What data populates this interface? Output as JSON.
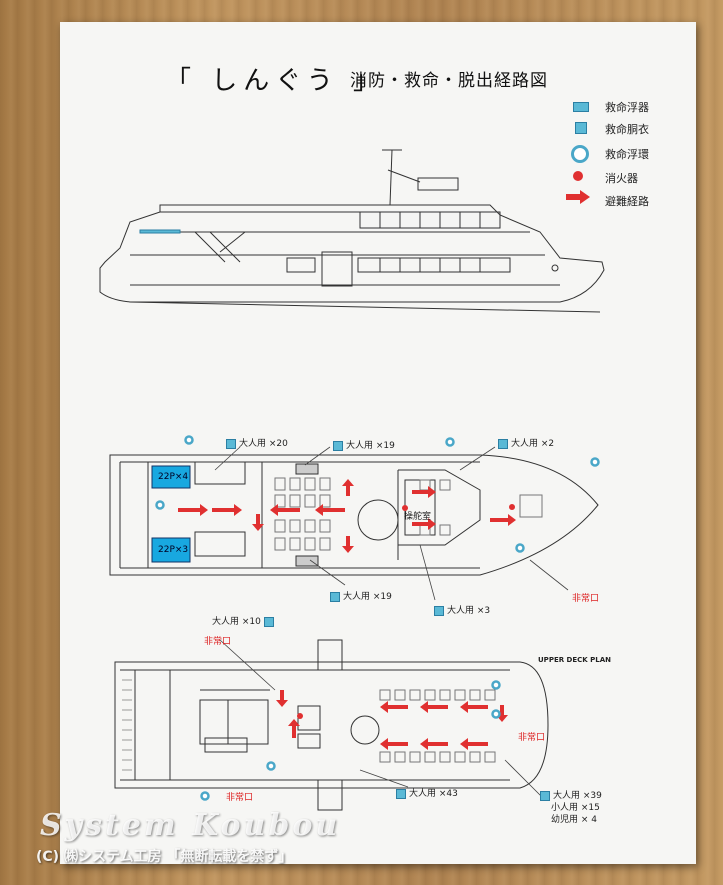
{
  "title": "「 しんぐう 」",
  "subtitle": "消防・救命・脱出経路図",
  "legend": [
    {
      "label": "救命浮器",
      "icon": "life-float-icon"
    },
    {
      "label": "救命胴衣",
      "icon": "life-jacket-icon"
    },
    {
      "label": "救命浮環",
      "icon": "life-buoy-icon"
    },
    {
      "label": "消火器",
      "icon": "fire-extinguisher-icon"
    },
    {
      "label": "避難経路",
      "icon": "evacuation-arrow-icon"
    }
  ],
  "colors": {
    "cyan": "#5ab9d6",
    "red": "#e03030",
    "blue": "#18a8e0"
  },
  "main_deck": {
    "labels": {
      "jacket_20": "大人用 ×20",
      "jacket_19_top": "大人用 ×19",
      "jacket_2": "大人用 ×2",
      "jacket_19_bottom": "大人用 ×19",
      "jacket_3": "大人用 ×3",
      "raft_4": "22P×4",
      "raft_3": "22P×3",
      "bridge": "操舵室",
      "emergency_exit": "非常口"
    }
  },
  "upper_deck": {
    "labels": {
      "jacket_10": "大人用 ×10",
      "emergency_exit_top": "非常口",
      "emergency_exit_right": "非常口",
      "emergency_exit_bottom": "非常口",
      "jacket_43": "大人用 ×43",
      "plan_title": "UPPER DECK PLAN",
      "totals_adult": "大人用 ×39",
      "totals_child": "小人用 ×15",
      "totals_infant": "幼児用 × 4"
    }
  },
  "watermark": {
    "line1": "System Koubou",
    "line2": "(C) ㈱システム工房 「無断転載を禁ず」"
  }
}
